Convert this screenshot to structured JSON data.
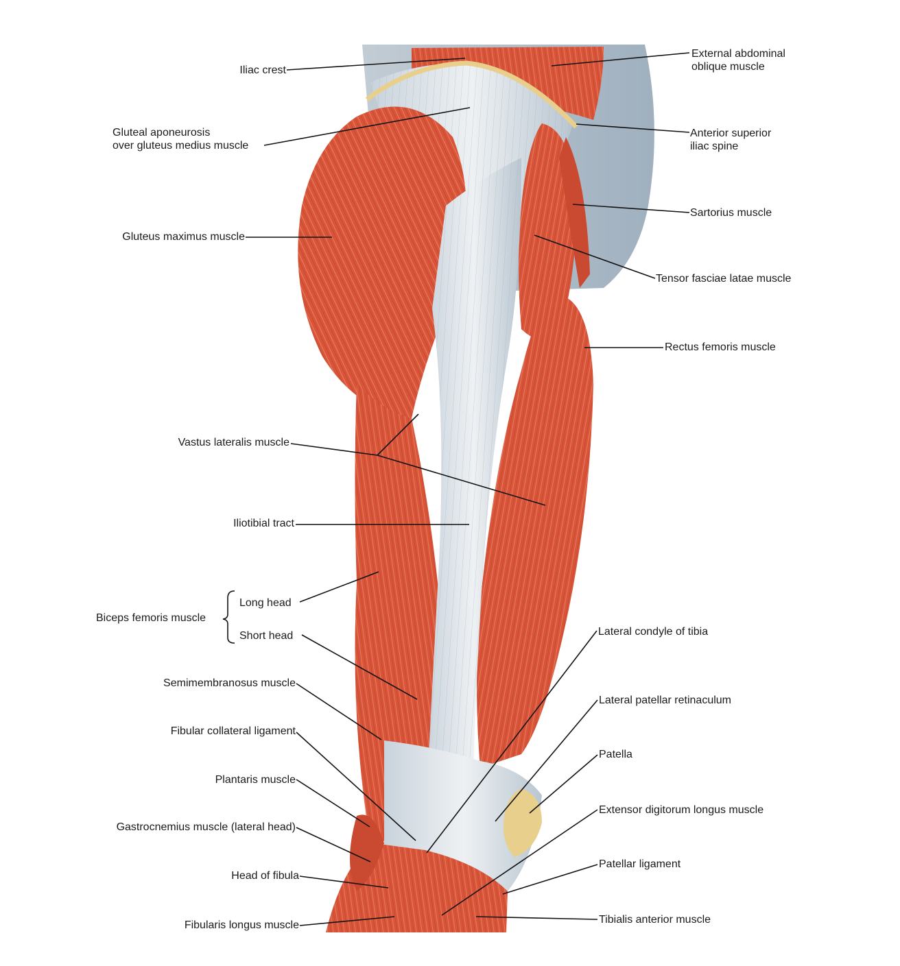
{
  "labels": {
    "iliac_crest": "Iliac crest",
    "gluteal_aponeurosis_1": "Gluteal aponeurosis",
    "gluteal_aponeurosis_2": "over gluteus medius muscle",
    "gluteus_maximus": "Gluteus maximus muscle",
    "vastus_lateralis": "Vastus lateralis muscle",
    "iliotibial_tract": "Iliotibial tract",
    "biceps_femoris": "Biceps femoris muscle",
    "long_head": "Long head",
    "short_head": "Short head",
    "semimembranosus": "Semimembranosus muscle",
    "fibular_collateral": "Fibular collateral ligament",
    "plantaris": "Plantaris muscle",
    "gastrocnemius": "Gastrocnemius muscle (lateral head)",
    "head_of_fibula": "Head of fibula",
    "fibularis_longus": "Fibularis longus muscle",
    "ext_abdominal_1": "External abdominal",
    "ext_abdominal_2": "oblique muscle",
    "asis_1": "Anterior superior",
    "asis_2": "iliac spine",
    "sartorius": "Sartorius muscle",
    "tensor_fasciae": "Tensor fasciae latae muscle",
    "rectus_femoris": "Rectus femoris muscle",
    "lateral_condyle": "Lateral condyle of tibia",
    "lateral_patellar": "Lateral patellar retinaculum",
    "patella": "Patella",
    "extensor_digitorum": "Extensor digitorum longus muscle",
    "patellar_ligament": "Patellar ligament",
    "tibialis_anterior": "Tibialis anterior muscle"
  },
  "colors": {
    "muscle": "#d9553a",
    "muscle_dark": "#b83a24",
    "muscle_light": "#ea8a6c",
    "fascia": "#d7dde2",
    "fascia_shade": "#a9b8c4",
    "bone": "#e8cf8c"
  }
}
